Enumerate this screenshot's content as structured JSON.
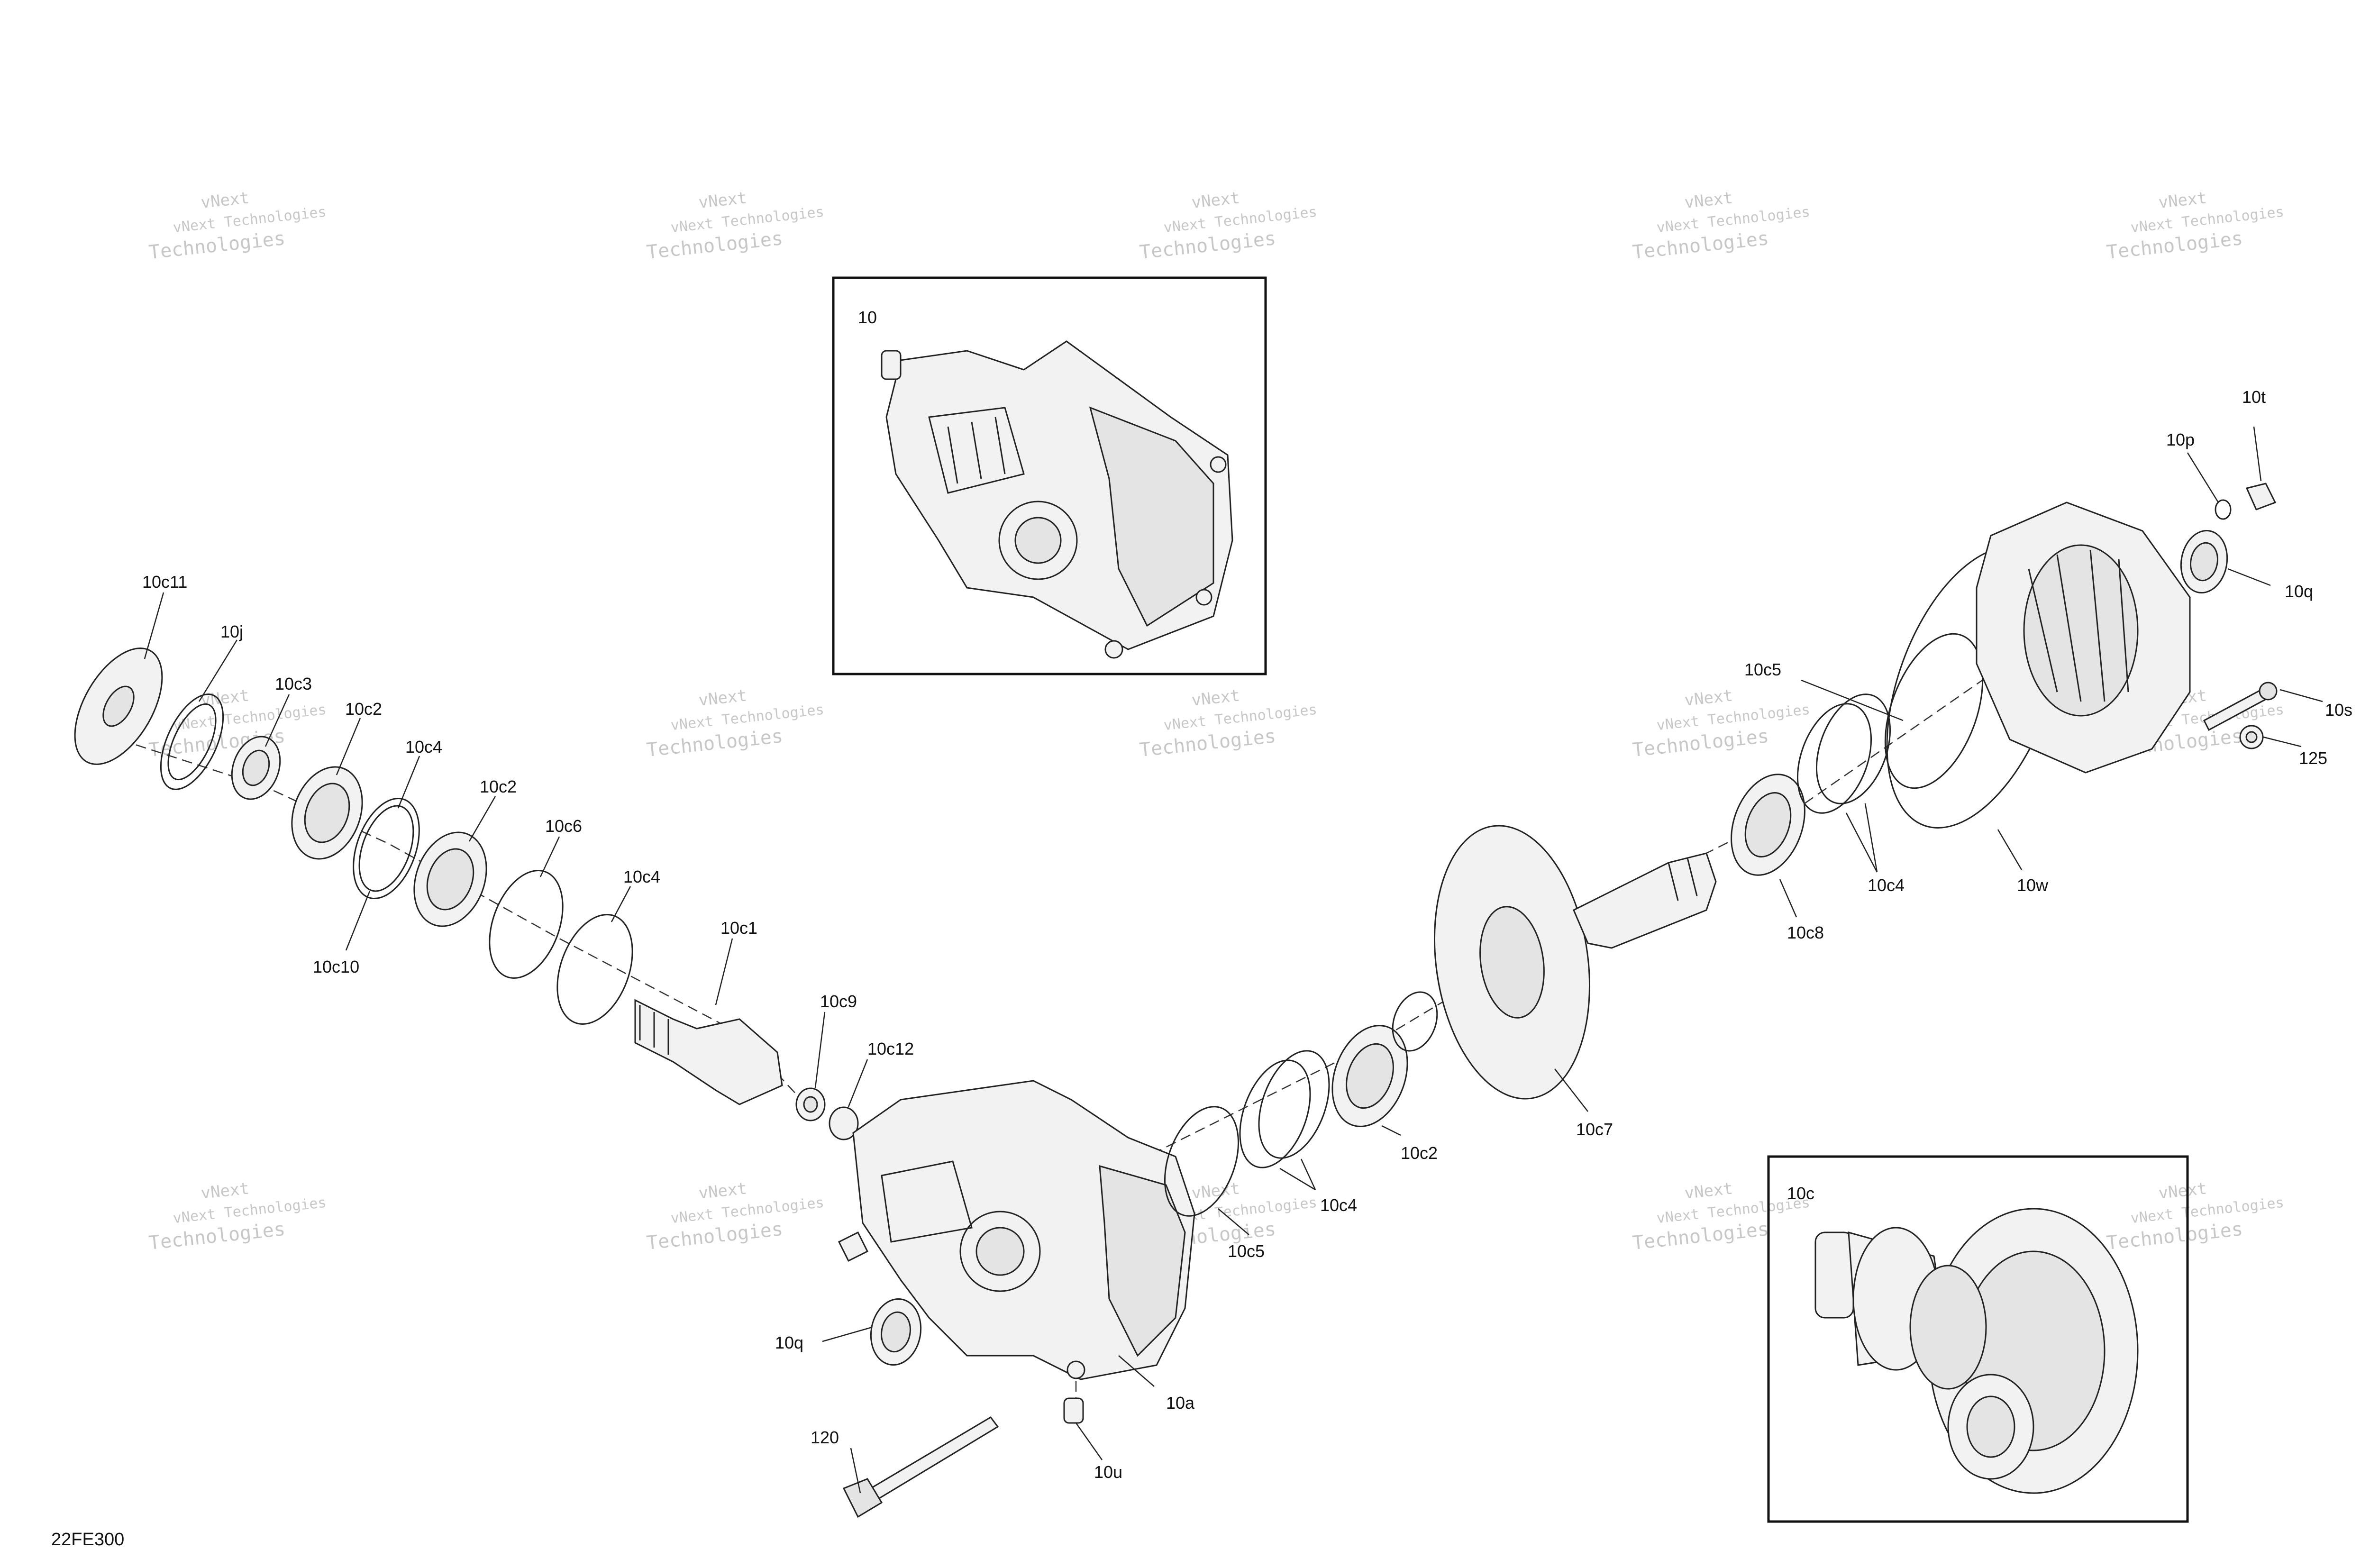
{
  "diagram_code": "22FE300",
  "watermark_text": {
    "line1": "vNext Technologies",
    "line2": "vNext",
    "line3": "Technologies"
  },
  "inset_labels": {
    "assembly": "10",
    "subassembly": "10c"
  },
  "callouts": {
    "c10c11": "10c11",
    "c10j": "10j",
    "c10c3": "10c3",
    "c10c2a": "10c2",
    "c10c4a": "10c4",
    "c10c10": "10c10",
    "c10c2b": "10c2",
    "c10c6": "10c6",
    "c10c4b": "10c4",
    "c10c1": "10c1",
    "c10c9": "10c9",
    "c10c12": "10c12",
    "c10q_left": "10q",
    "c120": "120",
    "c10u": "10u",
    "c10a": "10a",
    "c10c5_lower": "10c5",
    "c10c4c": "10c4",
    "c10c2c": "10c2",
    "c10c7": "10c7",
    "c10c8": "10c8",
    "c10c4d": "10c4",
    "c10c5_upper": "10c5",
    "c10w": "10w",
    "c10t": "10t",
    "c10p": "10p",
    "c10q_right": "10q",
    "c10s": "10s",
    "c125": "125"
  }
}
